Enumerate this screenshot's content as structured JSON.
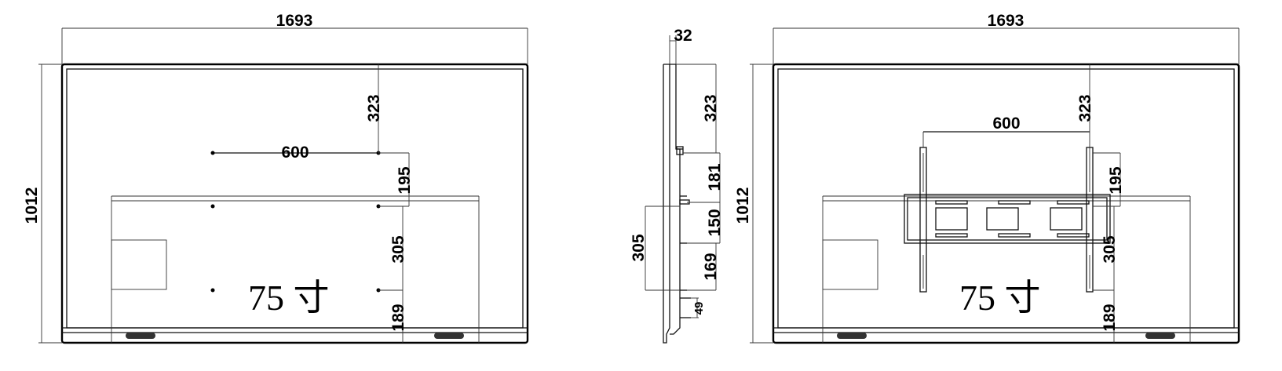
{
  "dimensions": {
    "width": "1693",
    "height": "1012",
    "depth": "32",
    "vesa_horizontal": "600",
    "top_to_holes": "323",
    "upper_gap": "195",
    "lower_gap": "305",
    "bottom_gap": "189",
    "side_181": "181",
    "side_150": "150",
    "side_169": "169",
    "side_305": "305",
    "side_small": "49"
  },
  "model_label": "75 寸"
}
